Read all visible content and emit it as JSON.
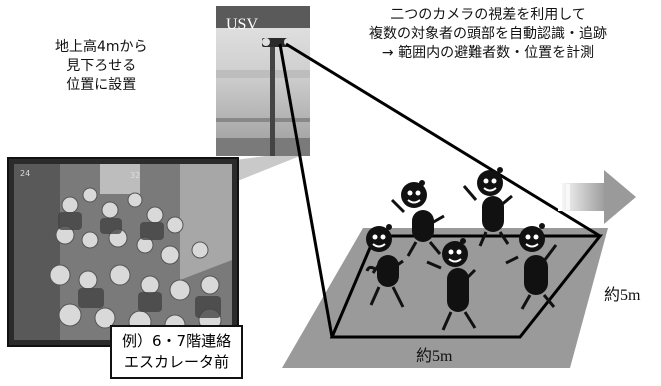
{
  "top_left_caption": {
    "line1": "地上高4mから",
    "line2": "見下ろせる",
    "line3": "位置に設置"
  },
  "top_right_caption": {
    "line1": "二つのカメラの視差を利用して",
    "line2": "複数の対象者の頭部を自動認識・追跡",
    "line3": "→ 範囲内の避難者数・位置を計測"
  },
  "camera_photo": {
    "label": "USV"
  },
  "example_box": {
    "line1": "例）6・7階連絡",
    "line2": "エスカレータ前"
  },
  "measurement": {
    "side_label": "約5m",
    "bottom_label": "約5m"
  },
  "crowd_photo": {
    "corner_left": "24",
    "corner_right": "32"
  },
  "colors": {
    "floor": "#9a9a9a",
    "arrow": "#c8c8c8",
    "figure": "#111111"
  }
}
